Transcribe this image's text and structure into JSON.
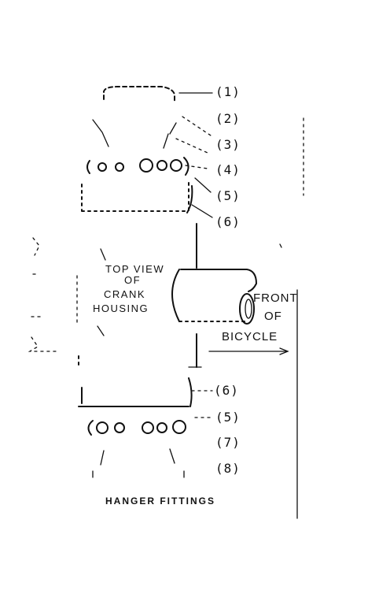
{
  "top_callouts": [
    "(1)",
    "(2)",
    "(3)",
    "(4)",
    "(5)",
    "(6)"
  ],
  "bottom_callouts": [
    "(6)",
    "(5)",
    "(7)",
    "(8)"
  ],
  "crank_label": [
    "TOP VIEW",
    "OF",
    "CRANK",
    "HOUSING"
  ],
  "front_label": [
    "FRONT",
    "OF",
    "BICYCLE"
  ],
  "caption": "HANGER FITTINGS"
}
